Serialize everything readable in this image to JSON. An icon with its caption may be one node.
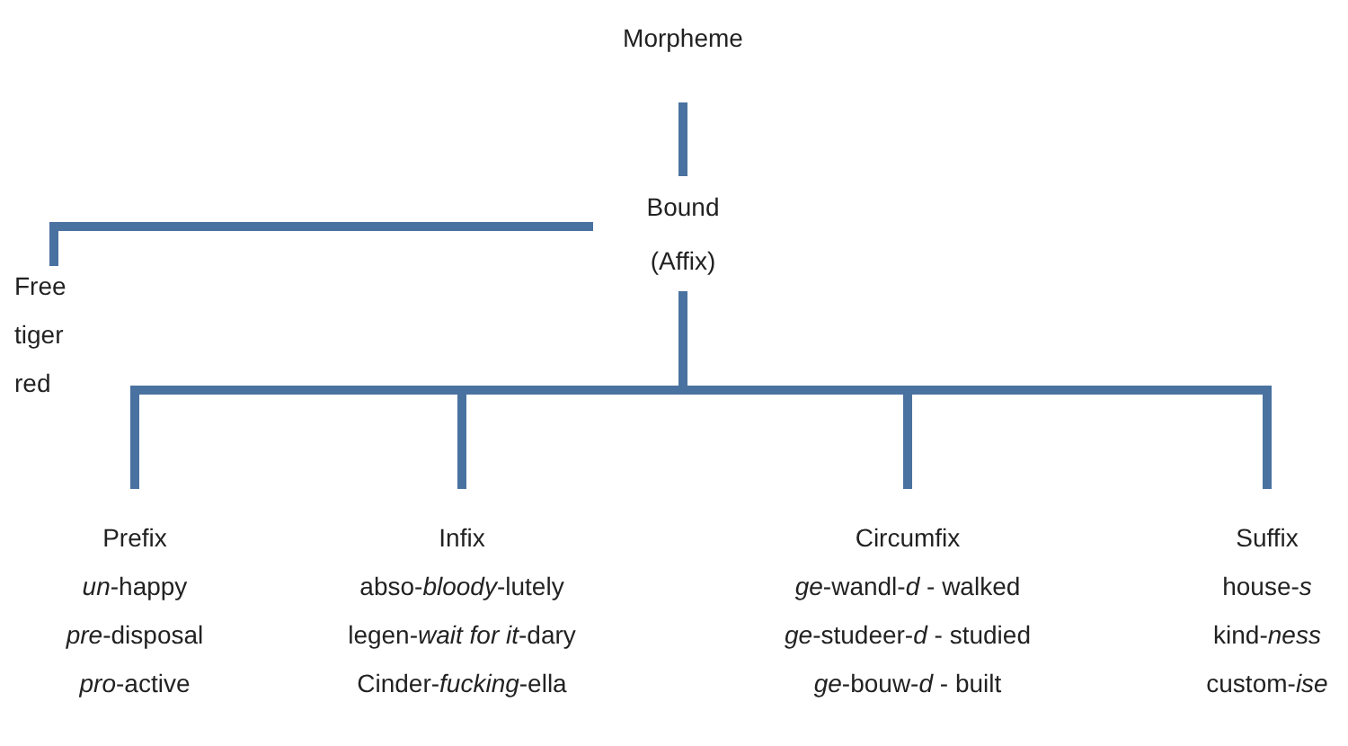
{
  "diagram": {
    "nodes": [
      {
        "text": [
          "Morpheme"
        ]
      },
      {
        "text": [
          "Bound (Affix)"
        ]
      },
      {
        "text": [
          "Free",
          "tiger",
          "red"
        ]
      },
      {
        "text": [
          "Prefix",
          "*un*-happy",
          "*pre*-disposal",
          "*pro*-active"
        ]
      },
      {
        "text": [
          "Infix",
          "abso-*bloody*-lutely",
          "legen-*wait for it*-dary",
          "Cinder-*fucking*-ella"
        ]
      },
      {
        "text": [
          "Circumfix",
          "*ge*-wandl-*d* - walked",
          "*ge*-studeer-*d* - studied",
          "*ge*-bouw-*d* - built"
        ]
      },
      {
        "text": [
          "Suffix",
          "house-*s*",
          "kind-*ness*",
          "custom-*ise*"
        ]
      }
    ],
    "edges": [
      {
        "from": 0,
        "to": 1,
        "arrow": "none"
      },
      {
        "from": 1,
        "to": 2,
        "arrow": "none"
      },
      {
        "from": 1,
        "to": 3,
        "arrow": "none"
      },
      {
        "from": 1,
        "to": 4,
        "arrow": "none"
      },
      {
        "from": 1,
        "to": 5,
        "arrow": "none"
      },
      {
        "from": 1,
        "to": 6,
        "arrow": "none"
      }
    ]
  }
}
